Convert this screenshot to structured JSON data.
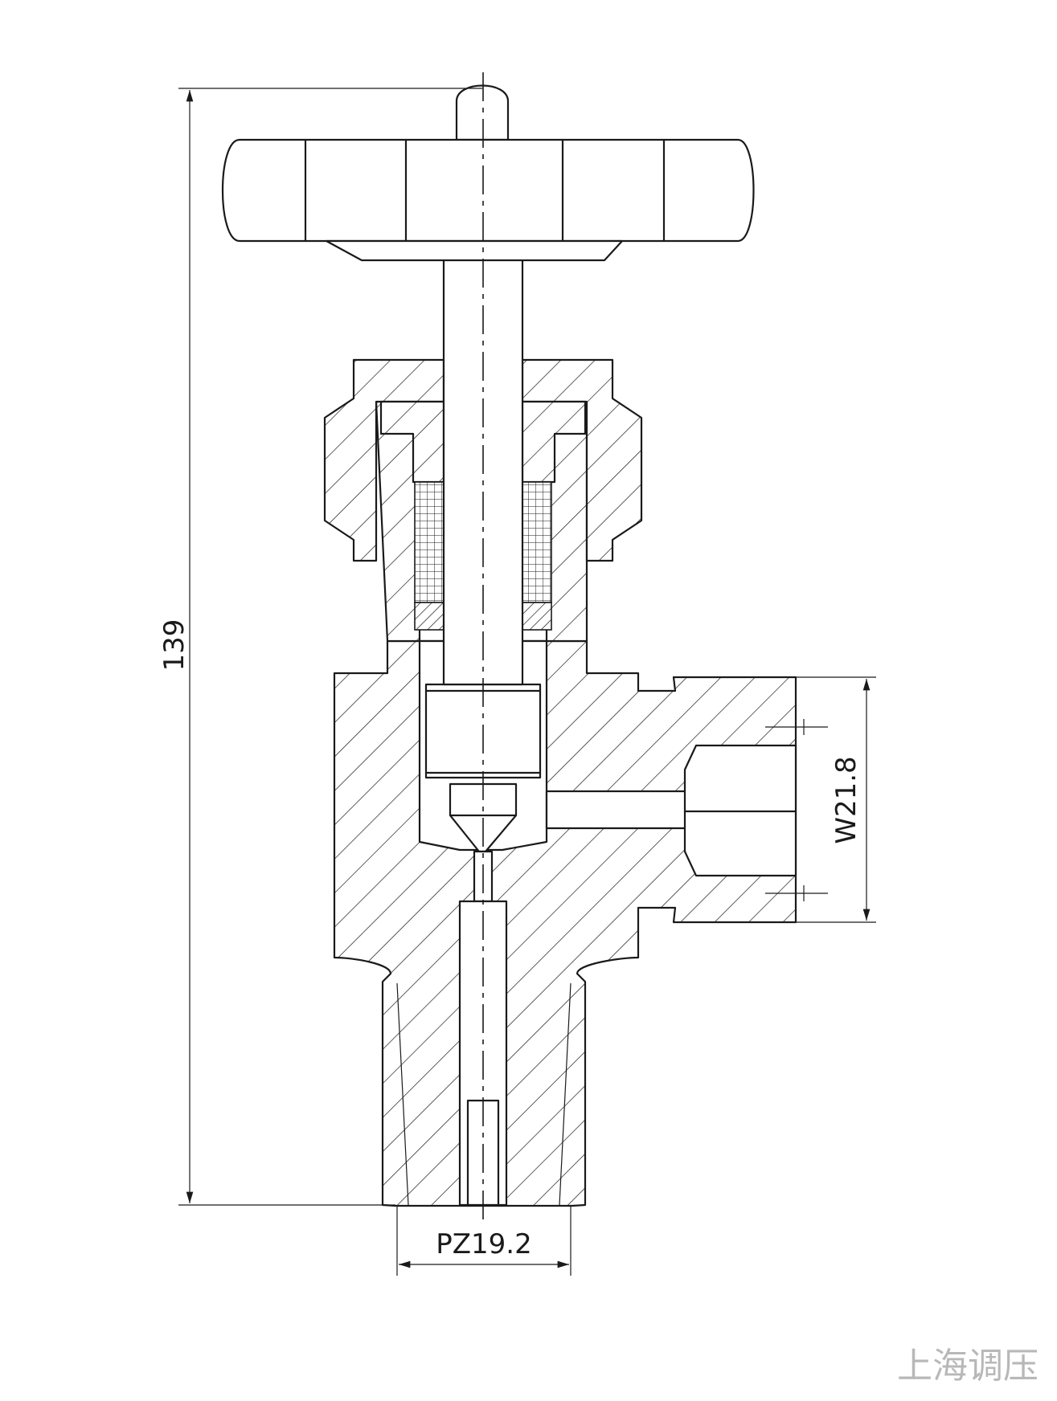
{
  "dimensions": {
    "height": "139",
    "inlet_thread": "PZ19.2",
    "outlet_thread": "W21.8"
  },
  "watermark": "上海调压"
}
